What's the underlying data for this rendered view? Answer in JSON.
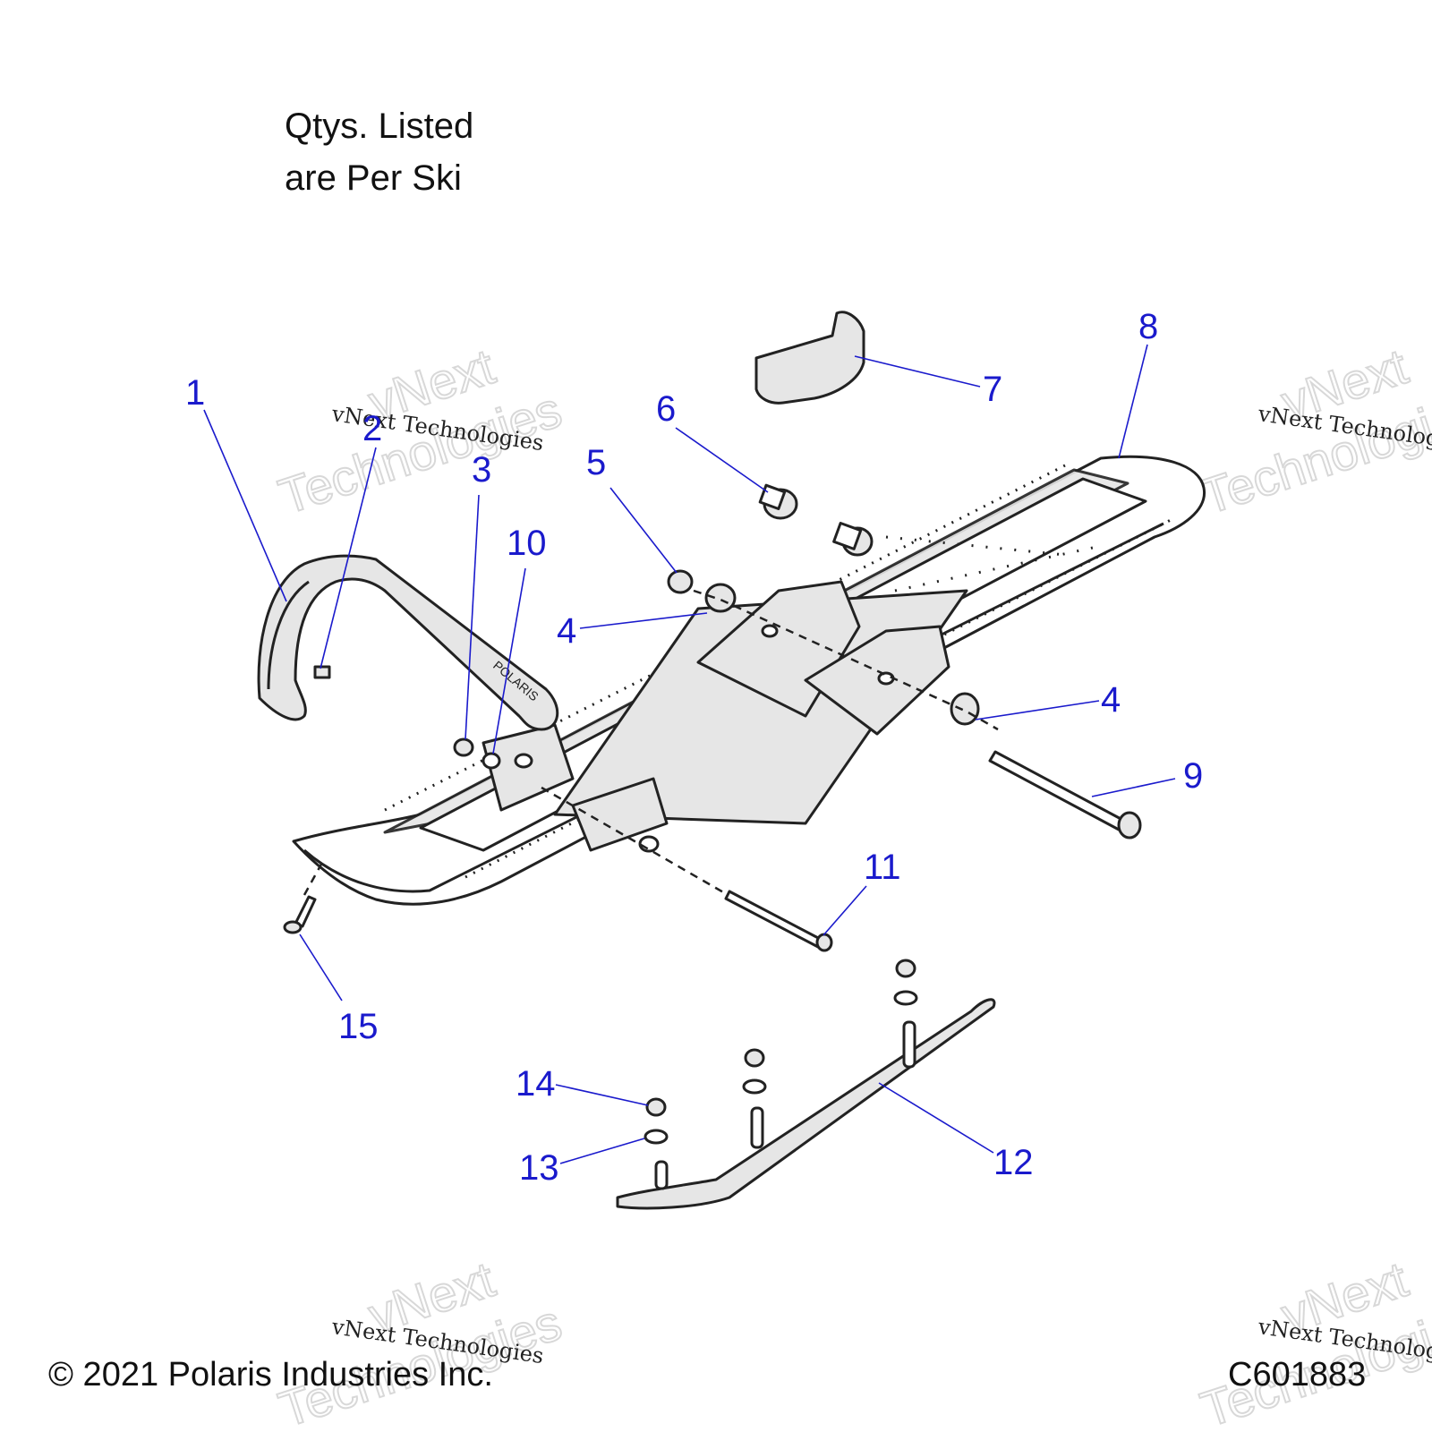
{
  "title_note": {
    "line1": "Qtys. Listed",
    "line2": "are Per Ski"
  },
  "footer": {
    "copyright": "© 2021 Polaris Industries Inc.",
    "diagram_code": "C601883"
  },
  "watermark": {
    "line1": "vNext Technologies",
    "word1": "vNext",
    "word2": "Technologies"
  },
  "part_markings": {
    "brand": "POLARIS"
  },
  "callouts": [
    "1",
    "2",
    "3",
    "5",
    "10",
    "6",
    "4",
    "7",
    "8",
    "4",
    "9",
    "11",
    "15",
    "14",
    "13",
    "12"
  ],
  "colors": {
    "callout": "#1a1acc",
    "line": "#222222",
    "fill": "#e6e6e6"
  }
}
